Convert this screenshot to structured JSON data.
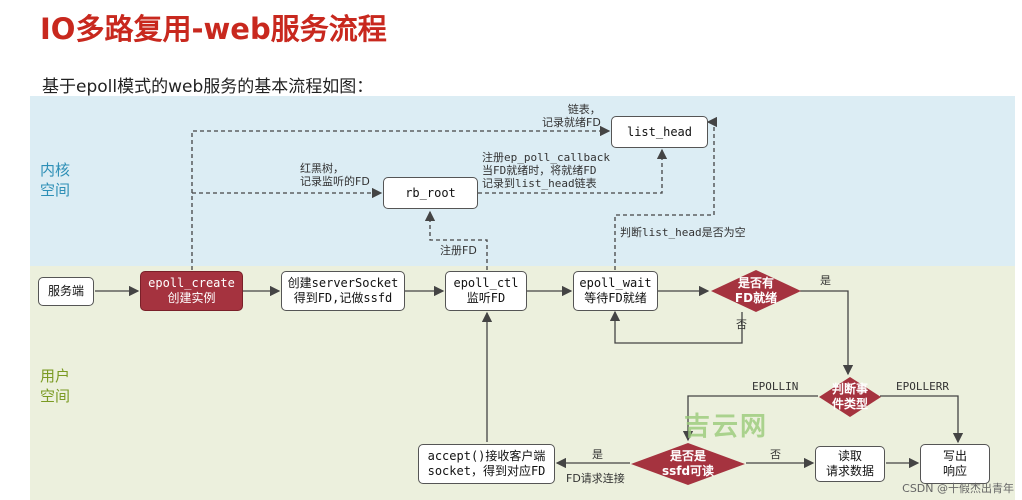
{
  "title": "IO多路复用-web服务流程",
  "subtitle": "基于epoll模式的web服务的基本流程如图：",
  "zones": {
    "kernel_label": "内核\n空间",
    "user_label": "用户\n空间"
  },
  "nodes": {
    "server": "服务端",
    "epoll_create": "epoll_create\n创建实例",
    "create_socket": "创建serverSocket\n得到FD,记做ssfd",
    "epoll_ctl": "epoll_ctl\n监听FD",
    "epoll_wait": "epoll_wait\n等待FD就绪",
    "rb_root": "rb_root",
    "list_head": "list_head",
    "accept": "accept()接收客户端\nsocket，得到对应FD",
    "read_data": "读取\n请求数据",
    "write_resp": "写出\n响应"
  },
  "decisions": {
    "fd_ready": "是否有\nFD就绪",
    "event_type": "判断事\n件类型",
    "is_ssfd": "是否是\nssfd可读"
  },
  "labels": {
    "list_head_note": "链表，\n记录就绪FD",
    "rb_note": "红黑树，\n记录监听的FD",
    "callback_note": "注册ep_poll_callback\n当FD就绪时，将就绪FD\n记录到list_head链表",
    "register_fd": "注册FD",
    "check_list": "判断list_head是否为空",
    "yes1": "是",
    "no1": "否",
    "epollin": "EPOLLIN",
    "epollerr": "EPOLLERR",
    "yes2": "是",
    "no2": "否",
    "fd_connect": "FD请求连接"
  },
  "watermark": "吉云网",
  "credit": "CSDN @十假杰出青年",
  "colors": {
    "title": "#c8281e",
    "decision": "#a5333f",
    "kernel_bg": "#dcedf4",
    "user_bg": "#ecf0dd"
  }
}
